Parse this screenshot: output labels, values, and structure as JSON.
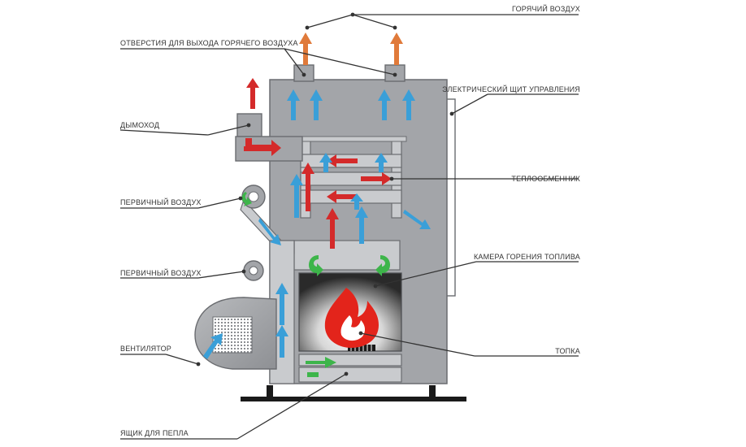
{
  "labels": {
    "hot_air": "ГОРЯЧИЙ ВОЗДУХ",
    "hot_air_outlets": "ОТВЕРСТИЯ ДЛЯ ВЫХОДА ГОРЯЧЕГО ВОЗДУХА",
    "control_panel": "ЭЛЕКТРИЧЕСКИЙ ЩИТ УПРАВЛЕНИЯ",
    "chimney": "ДЫМОХОД",
    "heat_exchanger": "ТЕПЛООБМЕННИК",
    "primary_air_1": "ПЕРВИЧНЫЙ ВОЗДУХ",
    "primary_air_2": "ПЕРВИЧНЫЙ ВОЗДУХ",
    "combustion_chamber": "КАМЕРА ГОРЕНИЯ ТОПЛИВА",
    "fan": "ВЕНТИЛЯТОР",
    "firebox": "ТОПКА",
    "ash_box": "ЯЩИК ДЛЯ ПЕПЛА"
  },
  "colors": {
    "body": "#a3a5a9",
    "body_stroke": "#6a6c70",
    "air_arrow": "#3a9fd8",
    "flue_arrow": "#d42a2a",
    "hot_air_arrow": "#e07a3a",
    "green_arrow": "#3db54a",
    "fire_red": "#e3241b",
    "leader": "#333333"
  },
  "icons": [
    "fan-grille-icon",
    "flame-icon",
    "hot-air-arrow-icon",
    "flue-gas-arrow-icon",
    "air-flow-arrow-icon"
  ]
}
